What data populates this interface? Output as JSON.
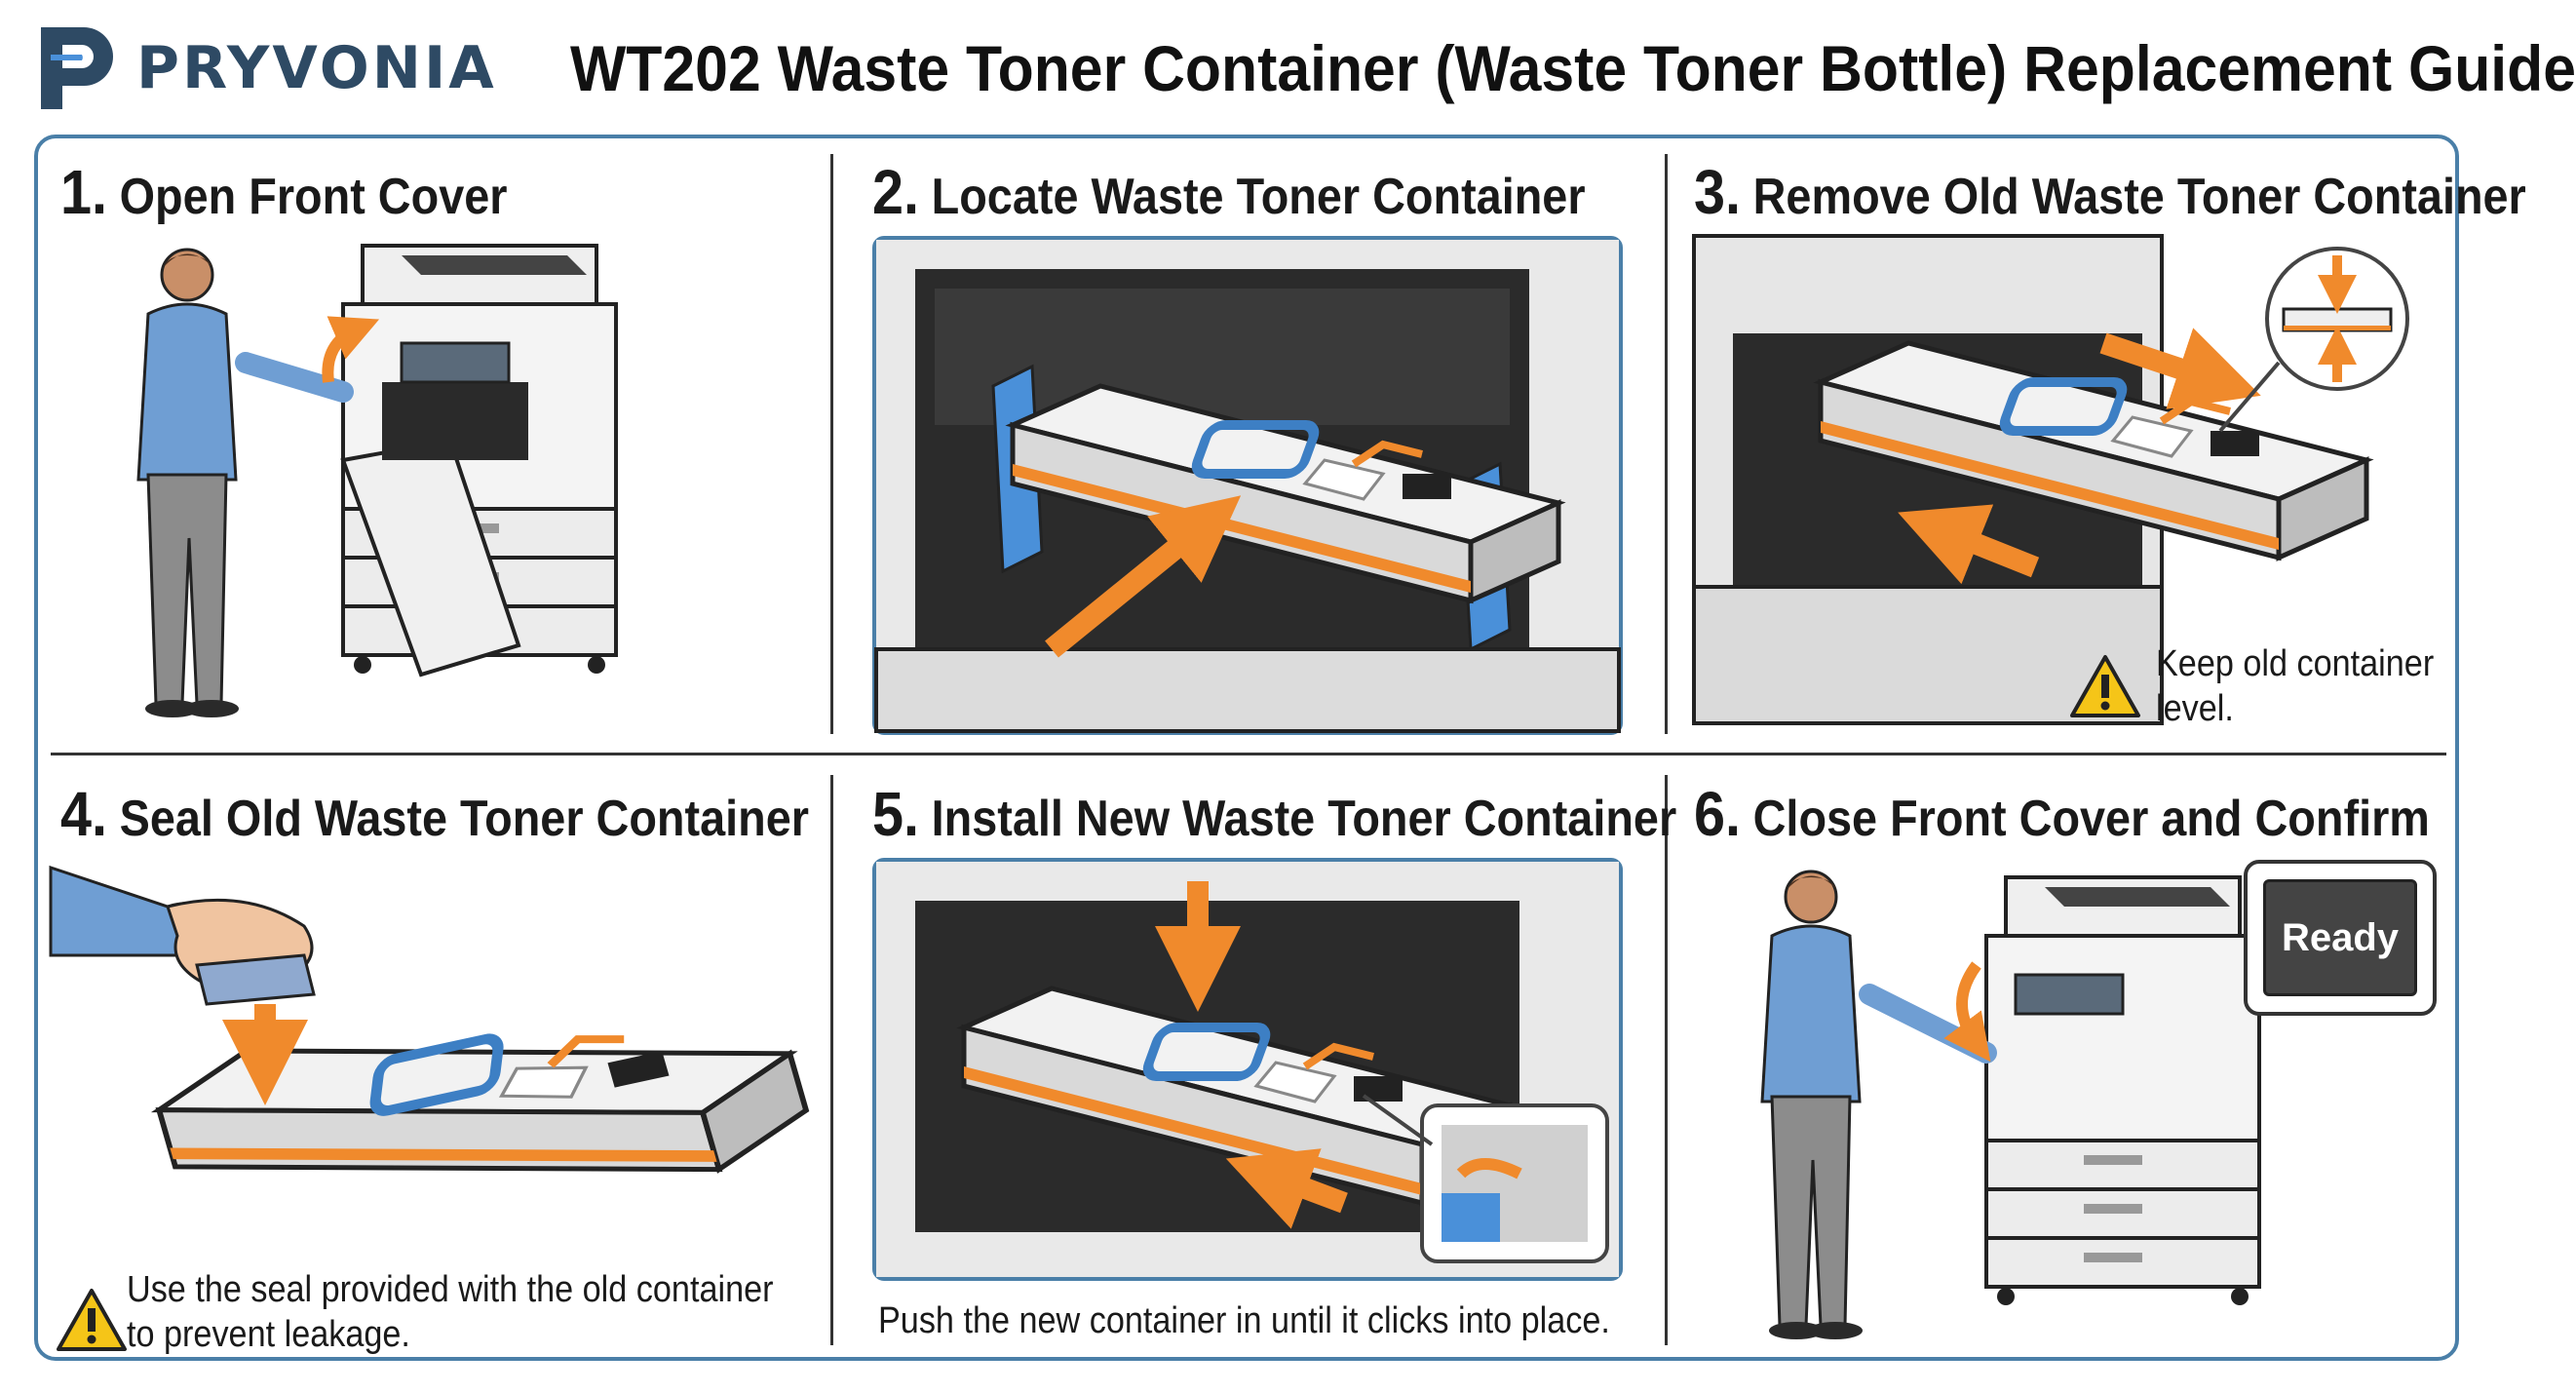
{
  "brand": {
    "name": "PRYVONIA",
    "logo_icon": "p-logo-icon",
    "color": "#2e4a64"
  },
  "guide": {
    "title": "WT202 Waste Toner Container (Waste Toner Bottle) Replacement Guide"
  },
  "colors": {
    "frame": "#4a7fa8",
    "accent_orange": "#f08a2c",
    "accent_blue": "#4a90d9",
    "warning_yellow": "#f5c518"
  },
  "steps": [
    {
      "number": "1.",
      "title": "Open Front Cover",
      "icon": "printer-front-cover-open-icon"
    },
    {
      "number": "2.",
      "title": "Locate Waste Toner Container",
      "icon": "waste-toner-container-icon"
    },
    {
      "number": "3.",
      "title": "Remove Old Waste Toner Container",
      "icon": "container-removal-icon",
      "note": [
        "Keep old container",
        "level."
      ],
      "note_icon": "warning-icon"
    },
    {
      "number": "4.",
      "title": "Seal Old Waste Toner Container",
      "icon": "seal-container-icon",
      "note": [
        "Use the seal provided with the old container",
        "to prevent leakage."
      ],
      "note_icon": "warning-icon"
    },
    {
      "number": "5.",
      "title": "Install New Waste Toner Container",
      "icon": "install-container-icon",
      "note": [
        "Push the new container in until it clicks into place."
      ]
    },
    {
      "number": "6.",
      "title": "Close Front Cover and Confirm",
      "icon": "printer-close-cover-icon",
      "badge": "Ready"
    }
  ]
}
